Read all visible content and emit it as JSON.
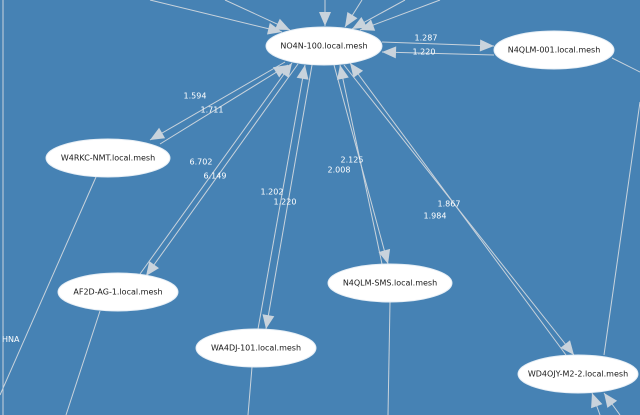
{
  "colors": {
    "background": "#4682b4",
    "node_fill": "#ffffff",
    "edge": "#c9d3dc",
    "edge_label": "#ffffff"
  },
  "nodes": [
    {
      "id": "no4n",
      "label": "NO4N-100.local.mesh"
    },
    {
      "id": "n4qlm001",
      "label": "N4QLM-001.local.mesh"
    },
    {
      "id": "w4rkc",
      "label": "W4RKC-NMT.local.mesh"
    },
    {
      "id": "af2d",
      "label": "AF2D-AG-1.local.mesh"
    },
    {
      "id": "n4qlmsms",
      "label": "N4QLM-SMS.local.mesh"
    },
    {
      "id": "wa4dj",
      "label": "WA4DJ-101.local.mesh"
    },
    {
      "id": "wd4ojy",
      "label": "WD4OJY-M2-2.local.mesh"
    }
  ],
  "edge_labels": [
    {
      "id": "no4n-n4qlm001",
      "text": "1.287"
    },
    {
      "id": "n4qlm001-no4n",
      "text": "1.220"
    },
    {
      "id": "no4n-w4rkc",
      "text": "1.594"
    },
    {
      "id": "w4rkc-no4n",
      "text": "1.711"
    },
    {
      "id": "af2d-no4n",
      "text": "6.702"
    },
    {
      "id": "no4n-af2d",
      "text": "6.149"
    },
    {
      "id": "wa4dj-no4n",
      "text": "1.202"
    },
    {
      "id": "no4n-wa4dj",
      "text": "1.220"
    },
    {
      "id": "n4qlmsms-no4n",
      "text": "2.125"
    },
    {
      "id": "no4n-n4qlmsms",
      "text": "2.008"
    },
    {
      "id": "wd4ojy-no4n",
      "text": "1.867"
    },
    {
      "id": "no4n-wd4ojy",
      "text": "1.984"
    }
  ],
  "side_label": "HNA"
}
